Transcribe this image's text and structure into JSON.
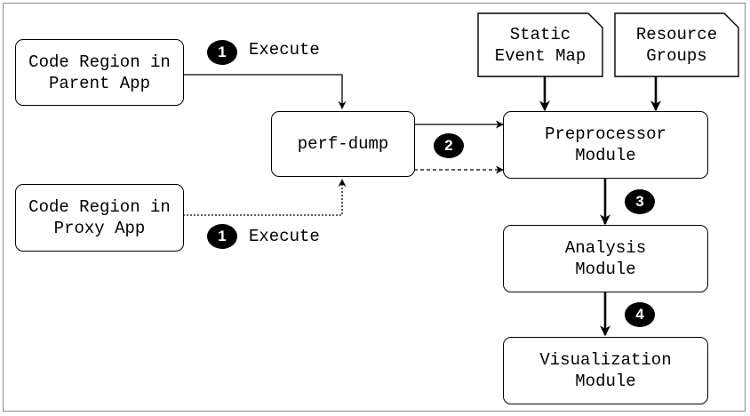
{
  "nodes": {
    "code_parent": "Code Region in\nParent App",
    "code_proxy": "Code Region in\nProxy App",
    "perf_dump": "perf-dump",
    "static_event_map": "Static\nEvent Map",
    "resource_groups": "Resource\nGroups",
    "preprocessor": "Preprocessor\nModule",
    "analysis": "Analysis\nModule",
    "visualization": "Visualization\nModule"
  },
  "steps": {
    "execute_parent_num": "1",
    "execute_parent_label": "Execute",
    "execute_proxy_num": "1",
    "execute_proxy_label": "Execute",
    "transfer_num": "2",
    "analyze_num": "3",
    "visualize_num": "4"
  },
  "colors": {
    "stroke": "#000000",
    "frame": "#8a8a8a",
    "badge": "#000000"
  }
}
